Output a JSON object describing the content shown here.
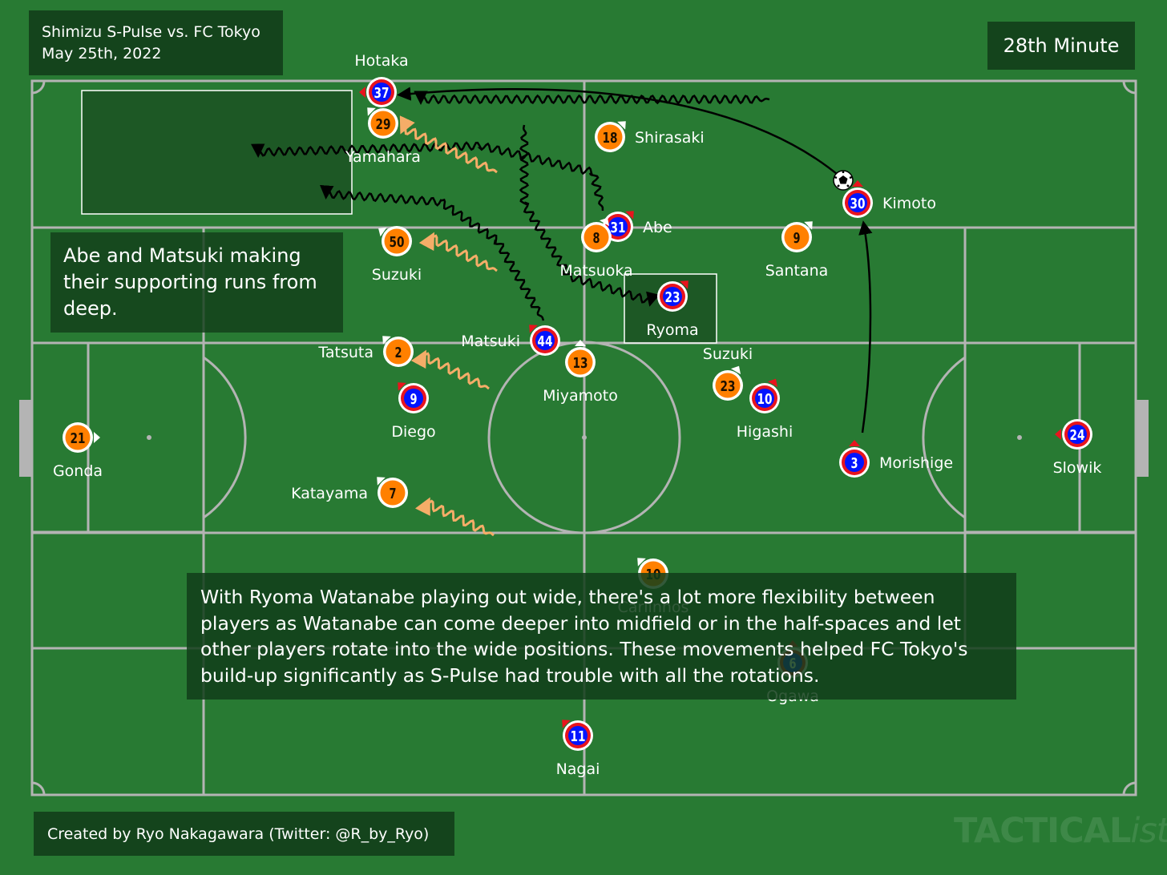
{
  "header": {
    "match": "Shimizu S-Pulse vs. FC Tokyo",
    "date": "May 25th, 2022",
    "minute": "28th Minute"
  },
  "notes": {
    "supporting_runs": "Abe and Matsuki making their supporting runs from deep.",
    "main_caption": "With Ryoma Watanabe playing out wide, there's a lot more flexibility between players as Watanabe can come deeper into midfield or in the half-spaces and let other players rotate into the wide positions. These movements helped FC Tokyo's build-up significantly as S-Pulse had trouble with all the rotations."
  },
  "credit": "Created by Ryo Nakagawara (Twitter: @R_by_Ryo)",
  "watermark": {
    "main": "TACTICAL",
    "suffix": "ista"
  },
  "colors": {
    "pitch": "#287a33",
    "lines": "#b4b4b4",
    "spulse_fill": "#ff8000",
    "tokyo_fill": "#0014ff",
    "tokyo_ring": "#e8141e",
    "run_arrow_spulse": "#f5ad68",
    "run_arrow_tokyo": "#000000",
    "box_bg": "#123e1a"
  },
  "icons": {
    "ball": "soccer-ball-icon",
    "direction": "facing-arrow-icon"
  },
  "players": [
    {
      "id": "hotaka",
      "number": "37",
      "name": "Hotaka",
      "team": "tokyo"
    },
    {
      "id": "yamahara",
      "number": "29",
      "name": "Yamahara",
      "team": "spulse"
    },
    {
      "id": "shirasaki",
      "number": "18",
      "name": "Shirasaki",
      "team": "spulse"
    },
    {
      "id": "kimoto",
      "number": "30",
      "name": "Kimoto",
      "team": "tokyo"
    },
    {
      "id": "abe",
      "number": "31",
      "name": "Abe",
      "team": "tokyo"
    },
    {
      "id": "matsuoka",
      "number": "8",
      "name": "Matsuoka",
      "team": "spulse"
    },
    {
      "id": "santana",
      "number": "9",
      "name": "Santana",
      "team": "spulse"
    },
    {
      "id": "suzuki-s",
      "number": "50",
      "name": "Suzuki",
      "team": "spulse"
    },
    {
      "id": "ryoma",
      "number": "23",
      "name": "Ryoma",
      "team": "tokyo"
    },
    {
      "id": "matsuki",
      "number": "44",
      "name": "Matsuki",
      "team": "tokyo"
    },
    {
      "id": "tatsuta",
      "number": "2",
      "name": "Tatsuta",
      "team": "spulse"
    },
    {
      "id": "miyamoto",
      "number": "13",
      "name": "Miyamoto",
      "team": "spulse"
    },
    {
      "id": "suzuki-t",
      "number": "23",
      "name": "Suzuki",
      "team": "spulse"
    },
    {
      "id": "higashi",
      "number": "10",
      "name": "Higashi",
      "team": "tokyo"
    },
    {
      "id": "diego",
      "number": "9",
      "name": "Diego",
      "team": "tokyo"
    },
    {
      "id": "gonda",
      "number": "21",
      "name": "Gonda",
      "team": "spulse"
    },
    {
      "id": "morishige",
      "number": "3",
      "name": "Morishige",
      "team": "tokyo"
    },
    {
      "id": "slowik",
      "number": "24",
      "name": "Slowik",
      "team": "tokyo"
    },
    {
      "id": "katayama",
      "number": "7",
      "name": "Katayama",
      "team": "spulse"
    },
    {
      "id": "carlinhos",
      "number": "10",
      "name": "Carlinhos",
      "team": "spulse"
    },
    {
      "id": "ogawa",
      "number": "6",
      "name": "Ogawa",
      "team": "tokyo"
    },
    {
      "id": "nagai",
      "number": "11",
      "name": "Nagai",
      "team": "tokyo"
    }
  ]
}
